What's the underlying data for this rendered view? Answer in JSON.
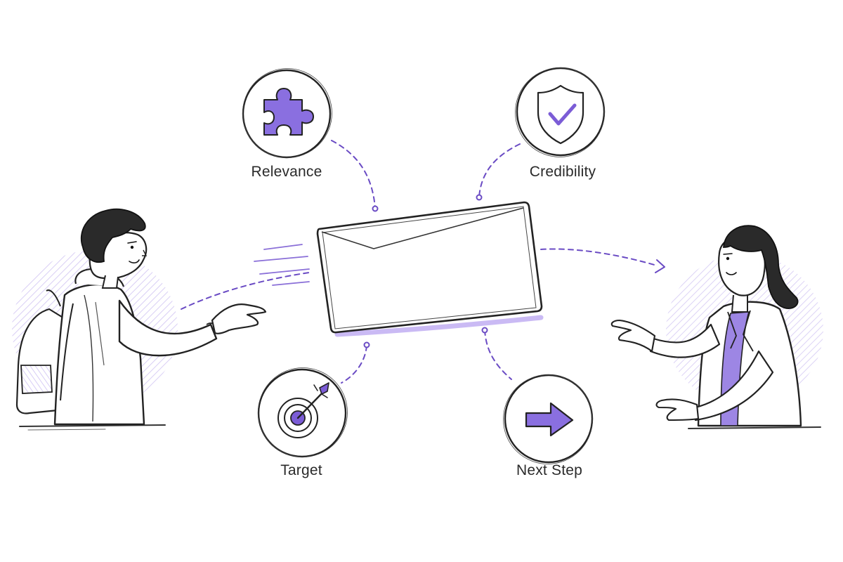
{
  "diagram": {
    "nodes": [
      {
        "id": "relevance",
        "label": "Relevance",
        "icon": "puzzle-piece-icon"
      },
      {
        "id": "credibility",
        "label": "Credibility",
        "icon": "shield-check-icon"
      },
      {
        "id": "target",
        "label": "Target",
        "icon": "target-arrow-icon"
      },
      {
        "id": "next_step",
        "label": "Next Step",
        "icon": "right-arrow-icon"
      }
    ],
    "center": {
      "icon": "envelope-icon"
    },
    "people": [
      {
        "role": "sender",
        "icon": "man-with-backpack-icon"
      },
      {
        "role": "recipient",
        "icon": "woman-in-blazer-icon"
      }
    ]
  },
  "colors": {
    "accent": "#7b5cd6",
    "accent_light": "#c9bbf0",
    "ink": "#222222",
    "dash": "#6a4bc4"
  }
}
